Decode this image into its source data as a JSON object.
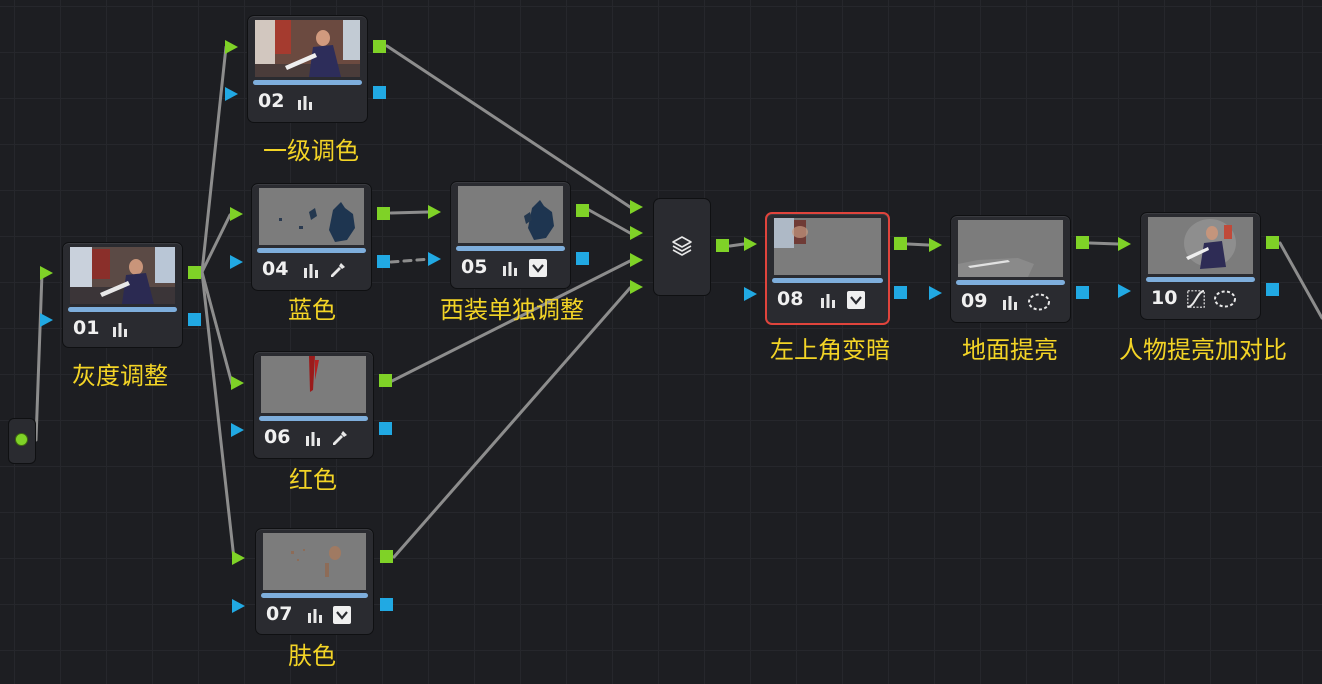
{
  "source": {
    "icon": "source-dot-icon"
  },
  "mixer": {
    "icon": "layer-stack-icon"
  },
  "nodes": [
    {
      "id": "01",
      "label": "灰度调整",
      "tools": [
        "histogram-icon"
      ],
      "selected": false
    },
    {
      "id": "02",
      "label": "一级调色",
      "tools": [
        "histogram-icon"
      ],
      "selected": false
    },
    {
      "id": "04",
      "label": "蓝色",
      "tools": [
        "histogram-icon",
        "eyedropper-icon"
      ],
      "selected": false
    },
    {
      "id": "05",
      "label": "西装单独调整",
      "tools": [
        "histogram-icon",
        "key-check-icon"
      ],
      "selected": false
    },
    {
      "id": "06",
      "label": "红色",
      "tools": [
        "histogram-icon",
        "eyedropper-icon"
      ],
      "selected": false
    },
    {
      "id": "07",
      "label": "肤色",
      "tools": [
        "histogram-icon",
        "key-check-icon"
      ],
      "selected": false
    },
    {
      "id": "08",
      "label": "左上角变暗",
      "tools": [
        "histogram-icon",
        "key-check-icon"
      ],
      "selected": true
    },
    {
      "id": "09",
      "label": "地面提亮",
      "tools": [
        "histogram-icon",
        "circle-window-icon"
      ],
      "selected": false
    },
    {
      "id": "10",
      "label": "人物提亮加对比",
      "tools": [
        "curves-icon",
        "circle-window-icon"
      ],
      "selected": false
    }
  ],
  "colors": {
    "background": "#1d1e22",
    "rgb_output": "#7fd227",
    "key_output": "#21a9e3",
    "label": "#f3d426",
    "selected_border": "#e0443c",
    "wire": "#8a8a8a"
  }
}
